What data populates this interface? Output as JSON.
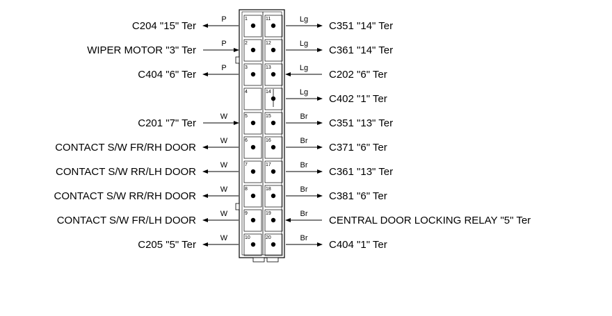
{
  "connector": {
    "rows": [
      {
        "left": {
          "pin": "1",
          "color": "P",
          "label": "C204 \"15\" Ter",
          "dir": "out"
        },
        "right": {
          "pin": "11",
          "color": "Lg",
          "label": "C351 \"14\" Ter",
          "dir": "out"
        }
      },
      {
        "left": {
          "pin": "2",
          "color": "P",
          "label": "WIPER MOTOR \"3\"  Ter",
          "dir": "in"
        },
        "right": {
          "pin": "12",
          "color": "Lg",
          "label": "C361 \"14\" Ter",
          "dir": "out"
        }
      },
      {
        "left": {
          "pin": "3",
          "color": "P",
          "label": "C404 \"6\" Ter",
          "dir": "out"
        },
        "right": {
          "pin": "13",
          "color": "Lg",
          "label": "C202 \"6\" Ter",
          "dir": "in"
        }
      },
      {
        "left": null,
        "right": {
          "pin": "14",
          "color": "Lg",
          "label": "C402 \"1\" Ter",
          "dir": "out"
        }
      },
      {
        "left": {
          "pin": "5",
          "color": "W",
          "label": "C201 \"7\" Ter",
          "dir": "in"
        },
        "right": {
          "pin": "15",
          "color": "Br",
          "label": "C351 \"13\" Ter",
          "dir": "out"
        }
      },
      {
        "left": {
          "pin": "6",
          "color": "W",
          "label": "CONTACT S/W FR/RH DOOR",
          "dir": "out"
        },
        "right": {
          "pin": "16",
          "color": "Br",
          "label": "C371 \"6\" Ter",
          "dir": "out"
        }
      },
      {
        "left": {
          "pin": "7",
          "color": "W",
          "label": "CONTACT S/W RR/LH DOOR",
          "dir": "out"
        },
        "right": {
          "pin": "17",
          "color": "Br",
          "label": "C361 \"13\" Ter",
          "dir": "out"
        }
      },
      {
        "left": {
          "pin": "8",
          "color": "W",
          "label": "CONTACT S/W RR/RH DOOR",
          "dir": "out"
        },
        "right": {
          "pin": "18",
          "color": "Br",
          "label": "C381 \"6\" Ter",
          "dir": "out"
        }
      },
      {
        "left": {
          "pin": "9",
          "color": "W",
          "label": "CONTACT S/W FR/LH DOOR",
          "dir": "out"
        },
        "right": {
          "pin": "19",
          "color": "Br",
          "label": "CENTRAL DOOR LOCKING RELAY \"5\" Ter",
          "dir": "in"
        }
      },
      {
        "left": {
          "pin": "10",
          "color": "W",
          "label": "C205 \"5\" Ter",
          "dir": "out"
        },
        "right": {
          "pin": "20",
          "color": "Br",
          "label": "C404 \"1\" Ter",
          "dir": "out"
        }
      }
    ],
    "empty_pins": [
      {
        "pin": "4"
      }
    ]
  }
}
